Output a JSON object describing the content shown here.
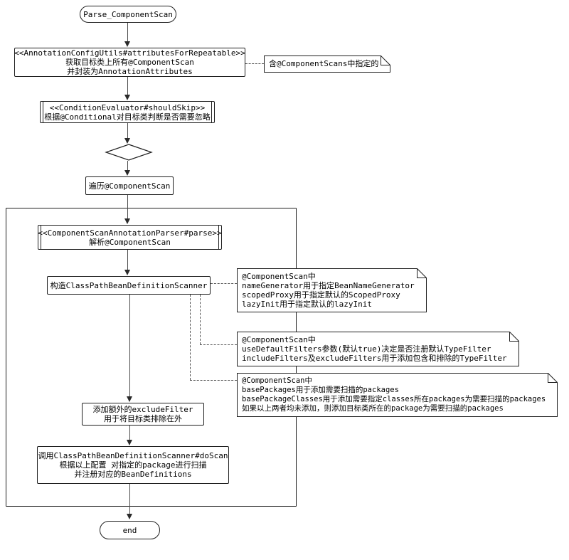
{
  "nodes": {
    "start": {
      "label": "Parse_ComponentScan"
    },
    "attributes_for_repeatable": {
      "lines": [
        "<<AnnotationConfigUtils#attributesForRepeatable>>",
        "获取目标类上所有@ComponentScan",
        "并封装为AnnotationAttributes"
      ]
    },
    "should_skip": {
      "lines": [
        "<<ConditionEvaluator#shouldSkip>>",
        "根据@Conditional对目标类判断是否需要忽略"
      ]
    },
    "iterate_component_scan": {
      "label": "遍历@ComponentScan"
    },
    "parser_parse": {
      "lines": [
        "<<ComponentScanAnnotationParser#parse>>",
        "解析@ComponentScan"
      ]
    },
    "construct_scanner": {
      "label": "构造ClassPathBeanDefinitionScanner"
    },
    "add_exclude_filter": {
      "lines": [
        "添加额外的excludeFilter",
        "用于将目标类排除在外"
      ]
    },
    "do_scan": {
      "lines": [
        "调用ClassPathBeanDefinitionScanner#doScan",
        "根据以上配置 对指定的package进行扫描",
        "并注册对应的BeanDefinitions"
      ]
    },
    "end": {
      "label": "end"
    }
  },
  "notes": {
    "component_scans_note": {
      "lines": [
        "含@ComponentScans中指定的"
      ]
    },
    "scanner_config_note": {
      "lines": [
        "@ComponentScan中",
        "nameGenerator用于指定BeanNameGenerator",
        "scopedProxy用于指定默认的ScopedProxy",
        "lazyInit用于指定默认的lazyInit"
      ]
    },
    "filters_note": {
      "lines": [
        "@ComponentScan中",
        "useDefaultFilters参数(默认true)决定是否注册默认TypeFilter",
        "includeFilters及excludeFilters用于添加包含和排除的TypeFilter"
      ]
    },
    "packages_note": {
      "lines": [
        "@ComponentScan中",
        "basePackages用于添加需要扫描的packages",
        "basePackageClasses用于添加需要指定classes所在packages为需要扫描的packages",
        "如果以上两者均未添加，则添加目标类所在的package为需要扫描的packages"
      ]
    }
  },
  "colors": {
    "bg": "#ffffff",
    "border": "#1f1f1f",
    "connector": "#4a4a4a",
    "text": "#000000"
  }
}
